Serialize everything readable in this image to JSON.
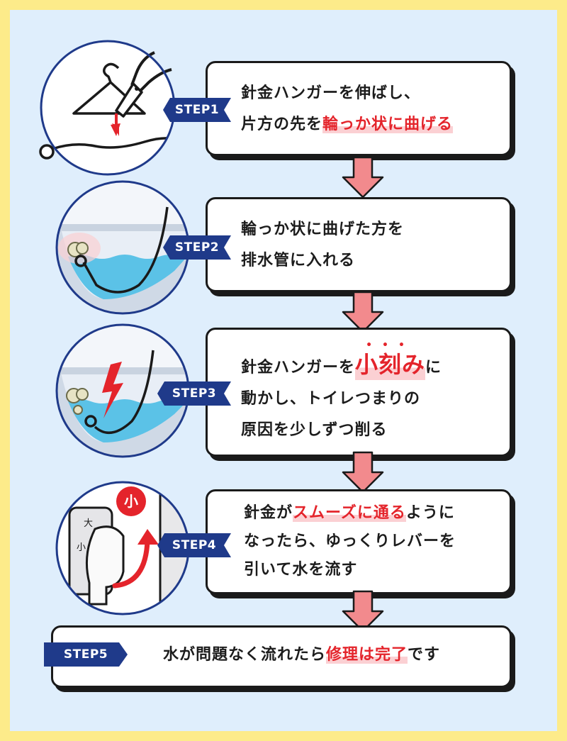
{
  "steps": [
    {
      "label": "STEP1",
      "line1": "針金ハンガーを伸ばし、",
      "line2_pre": "片方の先を",
      "line2_hl": "輪っか状に曲げる"
    },
    {
      "label": "STEP2",
      "line1": "輪っか状に曲げた方を",
      "line2": "排水管に入れる"
    },
    {
      "label": "STEP3",
      "line1_pre": "針金ハンガーを",
      "line1_big": "小刻み",
      "line1_post": "に",
      "dots": "•••",
      "line2": "動かし、トイレつまりの",
      "line3": "原因を少しずつ削る"
    },
    {
      "label": "STEP4",
      "line1_pre": "針金が",
      "line1_hl": "スムーズに通る",
      "line1_post": "ように",
      "line2": "なったら、ゆっくりレバーを",
      "line3": "引いて水を流す",
      "lever_big": "大",
      "lever_small": "小",
      "badge": "小"
    },
    {
      "label": "STEP5",
      "text_pre": "水が問題なく流れたら",
      "text_hl": "修理は完了",
      "text_post": "です"
    }
  ],
  "colors": {
    "accent_red": "#e4242b",
    "tag_blue": "#1f3a8a",
    "arrow_pink": "#f28a8d",
    "water": "#5bc2e7",
    "background": "#dfeefc",
    "border": "#fdeb8a"
  }
}
